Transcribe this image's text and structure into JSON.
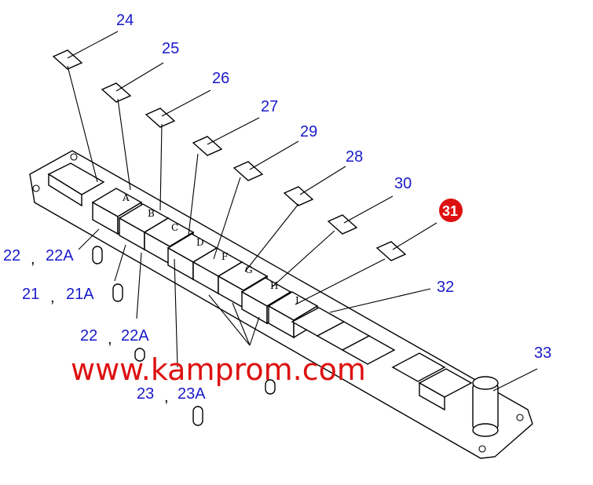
{
  "callouts": {
    "c24": "24",
    "c25": "25",
    "c26": "26",
    "c27": "27",
    "c29": "29",
    "c28": "28",
    "c30": "30",
    "c31": "31",
    "c32": "32",
    "c33": "33"
  },
  "bulb_labels": {
    "row1": {
      "left": "22",
      "sep": ",",
      "right": "22A"
    },
    "row2": {
      "left": "21",
      "sep": ",",
      "right": "21A"
    },
    "row3": {
      "left": "22",
      "sep": ",",
      "right": "22A"
    },
    "row4": {
      "left": "23",
      "sep": ",",
      "right": "23A"
    }
  },
  "switch_letters": [
    "A",
    "B",
    "C",
    "D",
    "F",
    "G",
    "H",
    "I"
  ],
  "watermark": "www.kamprom.com",
  "colors": {
    "callout": "#1a1acc",
    "badge": "#dd1111",
    "watermark": "#dd1111"
  }
}
